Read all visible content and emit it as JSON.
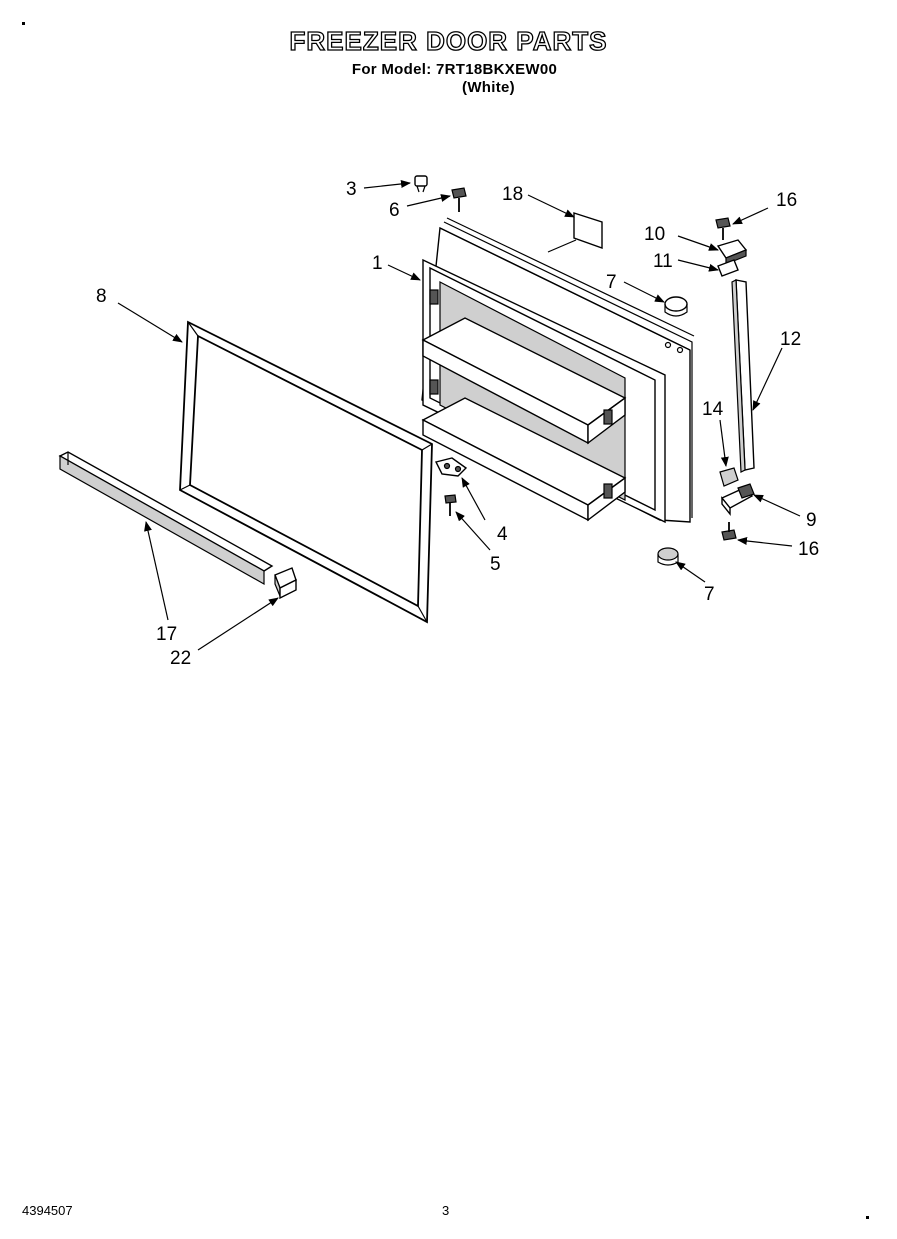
{
  "header": {
    "title": "FREEZER DOOR PARTS",
    "model_line": "For Model: 7RT18BKXEW00",
    "color_line": "(White)"
  },
  "callouts": [
    {
      "id": "c3",
      "text": "3"
    },
    {
      "id": "c6",
      "text": "6"
    },
    {
      "id": "c18",
      "text": "18"
    },
    {
      "id": "c16a",
      "text": "16"
    },
    {
      "id": "c10",
      "text": "10"
    },
    {
      "id": "c11",
      "text": "11"
    },
    {
      "id": "c1",
      "text": "1"
    },
    {
      "id": "c7a",
      "text": "7"
    },
    {
      "id": "c8",
      "text": "8"
    },
    {
      "id": "c12",
      "text": "12"
    },
    {
      "id": "c14",
      "text": "14"
    },
    {
      "id": "c4",
      "text": "4"
    },
    {
      "id": "c9",
      "text": "9"
    },
    {
      "id": "c5",
      "text": "5"
    },
    {
      "id": "c16b",
      "text": "16"
    },
    {
      "id": "c7b",
      "text": "7"
    },
    {
      "id": "c17",
      "text": "17"
    },
    {
      "id": "c22",
      "text": "22"
    }
  ],
  "footer": {
    "doc_number": "4394507",
    "page_number": "3"
  }
}
